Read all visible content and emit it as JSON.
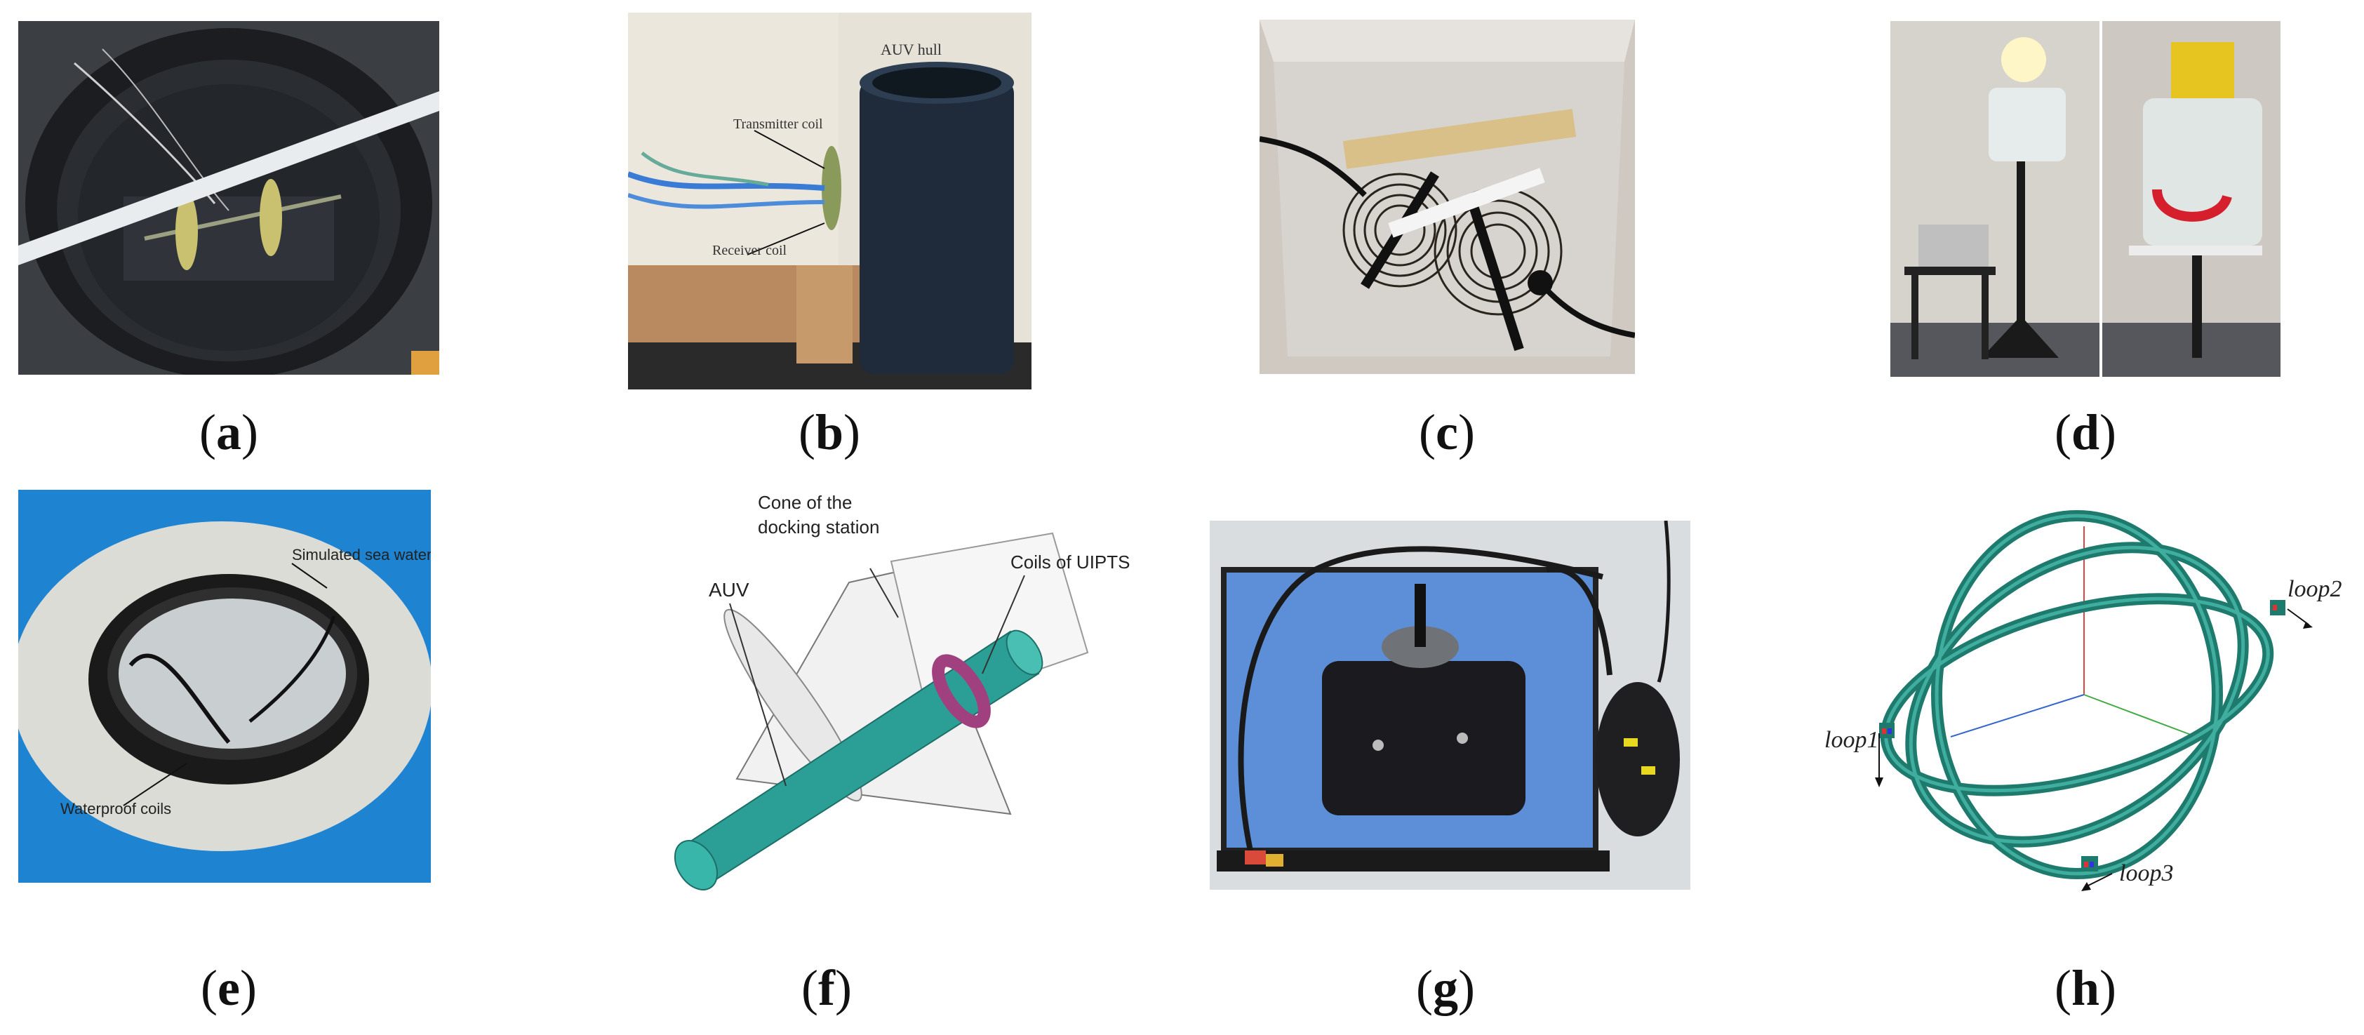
{
  "captions": {
    "a": "a",
    "b": "b",
    "c": "c",
    "d": "d",
    "e": "e",
    "f": "f",
    "g": "g",
    "h": "h"
  },
  "panel_b": {
    "hull_label": "AUV hull",
    "transmitter_label": "Transmitter coil",
    "receiver_label": "Receiver coil"
  },
  "panel_e": {
    "sea_water_label": "Simulated sea water",
    "coils_label": "Waterproof coils"
  },
  "panel_f": {
    "auv_label": "AUV",
    "cone_label_1": "Cone of the",
    "cone_label_2": "docking station",
    "coils_label": "Coils of UIPTS"
  },
  "panel_h": {
    "loop1": "loop1",
    "loop2": "loop2",
    "loop3": "loop3"
  }
}
